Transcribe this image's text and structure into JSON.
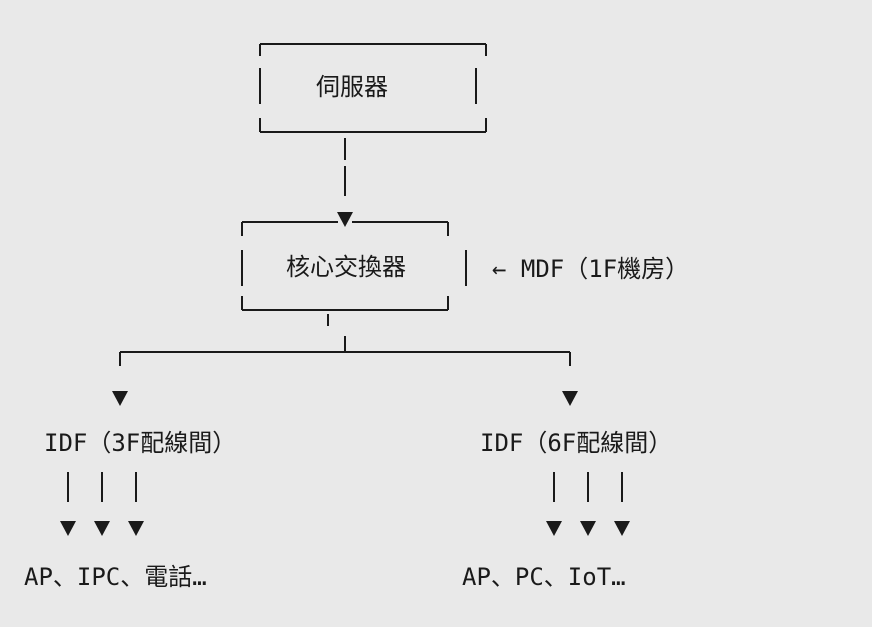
{
  "nodes": {
    "server": "伺服器",
    "core_switch": "核心交換器",
    "mdf_annotation": "← MDF（1F機房）",
    "idf_3f": "IDF（3F配線間）",
    "idf_6f": "IDF（6F配線間）",
    "devices_3f": "AP、IPC、電話…",
    "devices_6f": "AP、PC、IoT…"
  }
}
